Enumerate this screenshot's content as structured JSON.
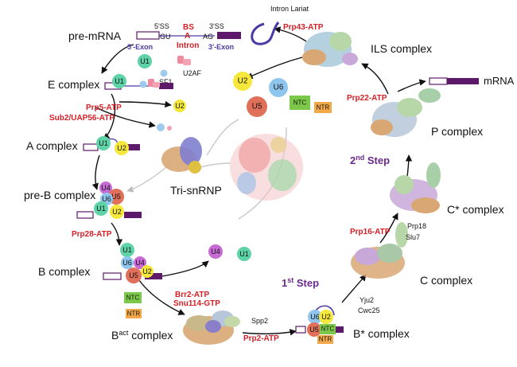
{
  "stages": {
    "pre_mrna": "pre-mRNA",
    "e_complex": "E complex",
    "a_complex": "A complex",
    "pre_b": "pre-B complex",
    "b_complex": "B complex",
    "bact_base": "B",
    "bact_sup": "act",
    "bact_tail": " complex",
    "bstar": "B* complex",
    "c": "C complex",
    "cstar": "C* complex",
    "p": "P complex",
    "ils": "ILS complex",
    "tri": "Tri-snRNP",
    "intron_lariat": "Intron Lariat",
    "mrna": "mRNA"
  },
  "premrna_labels": {
    "ss5": "5'SS",
    "ss3": "3'SS",
    "bs": "BS",
    "a": "A",
    "gu": "GU",
    "ag": "AG",
    "exon5": "5'-Exon",
    "intron": "Intron",
    "exon3": "3'-Exon"
  },
  "factors": {
    "prp5": "Prp5-ATP",
    "sub2": "Sub2/UAP56-ATP",
    "prp28": "Prp28-ATP",
    "brr2": "Brr2-ATP",
    "snu114": "Snu114-GTP",
    "prp2": "Prp2-ATP",
    "prp16": "Prp16-ATP",
    "prp22": "Prp22-ATP",
    "prp43": "Prp43-ATP",
    "spp2": "Spp2",
    "yju2": "Yju2",
    "cwc25": "Cwc25",
    "prp18": "Prp18",
    "slu7": "Slu7",
    "sf1": "SF1",
    "u2af": "U2AF"
  },
  "steps": {
    "first_num": "1",
    "first_sup": "st",
    "first_word": " Step",
    "second_num": "2",
    "second_sup": "nd",
    "second_word": " Step"
  },
  "snrnp": {
    "u1": "U1",
    "u2": "U2",
    "u4": "U4",
    "u5": "U5",
    "u6": "U6",
    "ntc": "NTC",
    "ntr": "NTR"
  },
  "colors": {
    "u1": "#5fd3a8",
    "u2": "#f5e83a",
    "u4": "#c86ad6",
    "u5": "#e0705a",
    "u6": "#8fc6ee",
    "ntc": "#7cc84a",
    "ntr": "#f3a94a",
    "exon": "#5e1a6a",
    "red": "#d41f26",
    "purple": "#6a2b8c"
  }
}
